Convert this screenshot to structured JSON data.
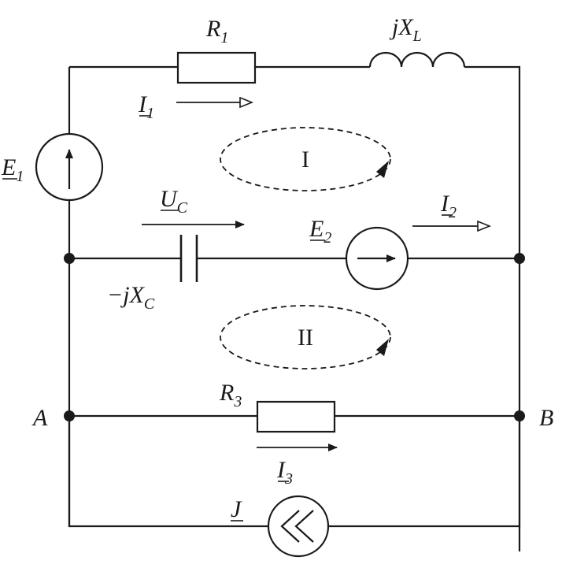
{
  "labels": {
    "R1": {
      "main": "R",
      "sub": "1"
    },
    "XL": {
      "main": "jX",
      "sub": "L"
    },
    "I1": {
      "main": "I",
      "sub": "1"
    },
    "E1": {
      "main": "E",
      "sub": "1"
    },
    "UC": {
      "main": "U",
      "sub": "C"
    },
    "E2": {
      "main": "E",
      "sub": "2"
    },
    "I2": {
      "main": "I",
      "sub": "2"
    },
    "XC": {
      "main": "−jX",
      "sub": "C"
    },
    "R3": {
      "main": "R",
      "sub": "3"
    },
    "I3": {
      "main": "I",
      "sub": "3"
    },
    "J": {
      "main": "J"
    },
    "nodeA": "A",
    "nodeB": "B",
    "loop1": "I",
    "loop2": "II"
  },
  "colors": {
    "stroke": "#1a1a1a",
    "background": "#ffffff"
  }
}
